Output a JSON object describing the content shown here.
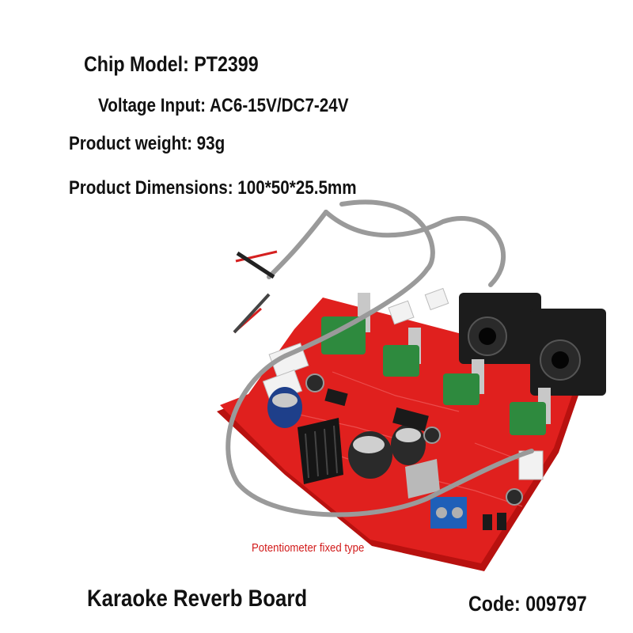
{
  "specs": {
    "chip_model": "Chip Model: PT2399",
    "voltage_input": "Voltage Input: AC6-15V/DC7-24V",
    "product_weight": "Product weight: 93g",
    "product_dimensions": "Product Dimensions: 100*50*25.5mm"
  },
  "caption": "Potentiometer fixed type",
  "product_name": "Karaoke Reverb Board",
  "product_code": "Code: 009797",
  "colors": {
    "board": "#e0201e",
    "board_edge": "#b8110f",
    "knob_base": "#2e8a3e",
    "jack": "#1c1c1c",
    "cable": "#9a9a9a",
    "caption_text": "#d21a1a"
  }
}
